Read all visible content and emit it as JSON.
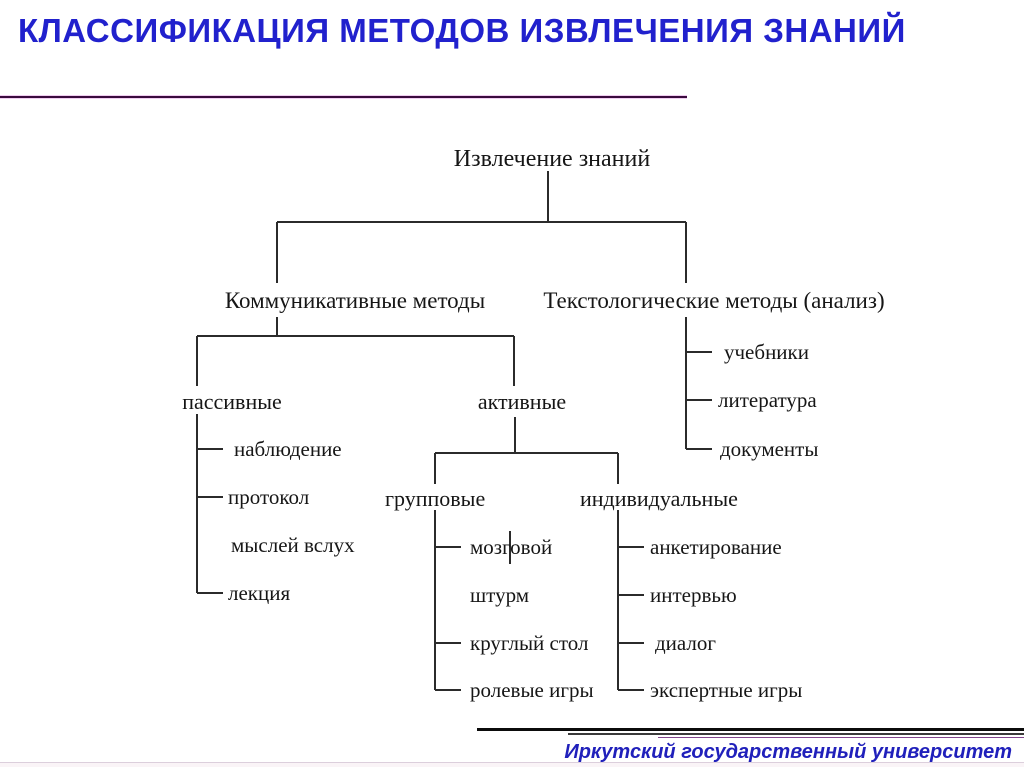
{
  "title": "КЛАССИФИКАЦИЯ МЕТОДОВ ИЗВЛЕЧЕНИЯ ЗНАНИЙ",
  "footer": "Иркутский государственный университет",
  "tree": {
    "root": "Извлечение знаний",
    "communicative": {
      "label": "Коммуникативные методы",
      "passive": {
        "label": "пассивные",
        "items": [
          "наблюдение",
          "протокол",
          "мыслей вслух",
          "лекция"
        ]
      },
      "active": {
        "label": "активные",
        "group": {
          "label": "групповые",
          "items": [
            "мозговой",
            "штурм",
            "круглый стол",
            "ролевые игры"
          ]
        },
        "individual": {
          "label": "индивидуальные",
          "items": [
            "анкетирование",
            "интервью",
            "диалог",
            "экспертные игры"
          ]
        }
      }
    },
    "textological": {
      "label": "Текстологические методы (анализ)",
      "items": [
        "учебники",
        "литература",
        "документы"
      ]
    }
  },
  "colors": {
    "title_blue": "#2121cd",
    "footer_blue": "#2020bb",
    "tree_line": "#2b2b2b",
    "underline_purple": "#3a0b3e",
    "footer_accent_purple": "#82468c"
  }
}
